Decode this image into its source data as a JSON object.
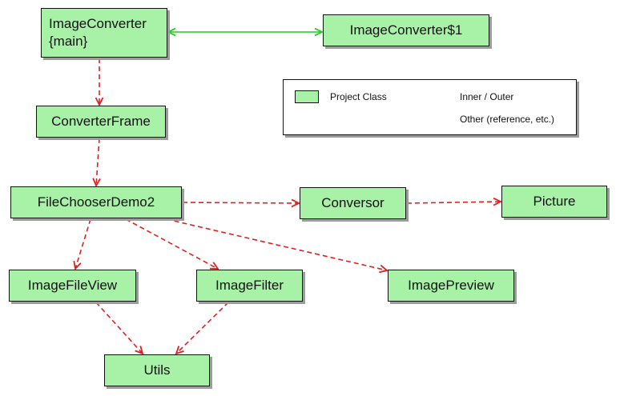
{
  "nodes": {
    "main": {
      "line1": "ImageConverter",
      "line2": "{main}"
    },
    "inner": "ImageConverter$1",
    "frame": "ConverterFrame",
    "chooser": "FileChooserDemo2",
    "conversor": "Conversor",
    "picture": "Picture",
    "fileview": "ImageFileView",
    "filter": "ImageFilter",
    "preview": "ImagePreview",
    "utils": "Utils"
  },
  "legend": {
    "project_class": "Project Class",
    "inner_outer": "Inner / Outer",
    "other": "Other (reference, etc.)"
  },
  "edges": [
    {
      "from": "main",
      "to": "inner",
      "kind": "inner-outer"
    },
    {
      "from": "main",
      "to": "frame",
      "kind": "other"
    },
    {
      "from": "frame",
      "to": "chooser",
      "kind": "other"
    },
    {
      "from": "chooser",
      "to": "conversor",
      "kind": "other"
    },
    {
      "from": "conversor",
      "to": "picture",
      "kind": "other"
    },
    {
      "from": "chooser",
      "to": "fileview",
      "kind": "other"
    },
    {
      "from": "chooser",
      "to": "filter",
      "kind": "other"
    },
    {
      "from": "chooser",
      "to": "preview",
      "kind": "other"
    },
    {
      "from": "fileview",
      "to": "utils",
      "kind": "other"
    },
    {
      "from": "filter",
      "to": "utils",
      "kind": "other"
    }
  ],
  "colors": {
    "node_fill": "#a8f2a8",
    "inner_outer": "#22cc22",
    "other": "#e02020"
  }
}
